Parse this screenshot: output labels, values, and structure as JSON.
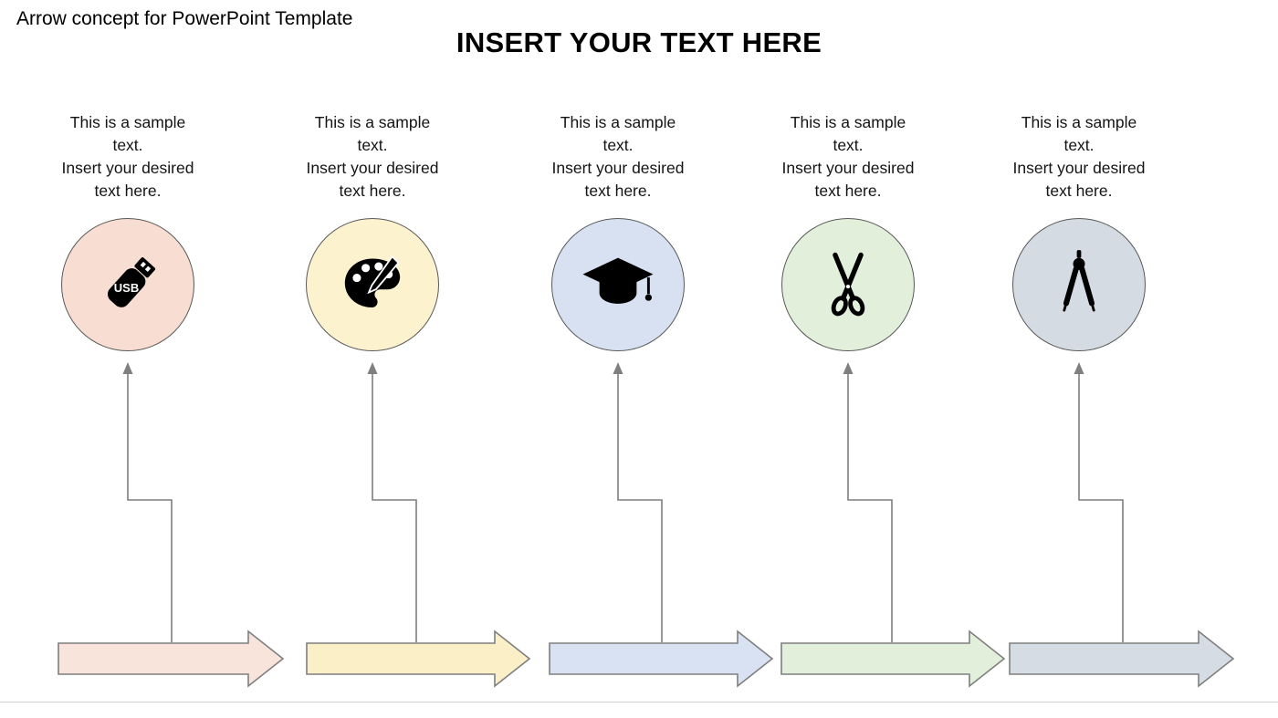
{
  "slide": {
    "subtitle": "Arrow concept for PowerPoint Template",
    "title": "INSERT YOUR TEXT HERE"
  },
  "connector": {
    "color": "#7f7f7f"
  },
  "circle_border_color": "#595959",
  "columns": [
    {
      "text": "This is a sample\ntext.\nInsert your desired\ntext here.",
      "icon": "usb-drive-icon",
      "circle_fill": "#F8DED2",
      "arrow_fill": "#F9E4DB"
    },
    {
      "text": "This is a sample\ntext.\nInsert your desired\ntext here.",
      "icon": "paint-palette-icon",
      "circle_fill": "#FCF2CE",
      "arrow_fill": "#FBEFC7"
    },
    {
      "text": "This is a sample\ntext.\nInsert your desired\ntext here.",
      "icon": "graduation-cap-icon",
      "circle_fill": "#D8E1F2",
      "arrow_fill": "#D9E2F3"
    },
    {
      "text": "This is a sample\ntext.\nInsert your desired\ntext here.",
      "icon": "scissors-icon",
      "circle_fill": "#E2EFDA",
      "arrow_fill": "#E2EFDA"
    },
    {
      "text": "This is a sample\ntext.\nInsert your desired\ntext here.",
      "icon": "drafting-compass-icon",
      "circle_fill": "#D5DBE2",
      "arrow_fill": "#D6DCE4"
    }
  ],
  "usb_label": "USB"
}
